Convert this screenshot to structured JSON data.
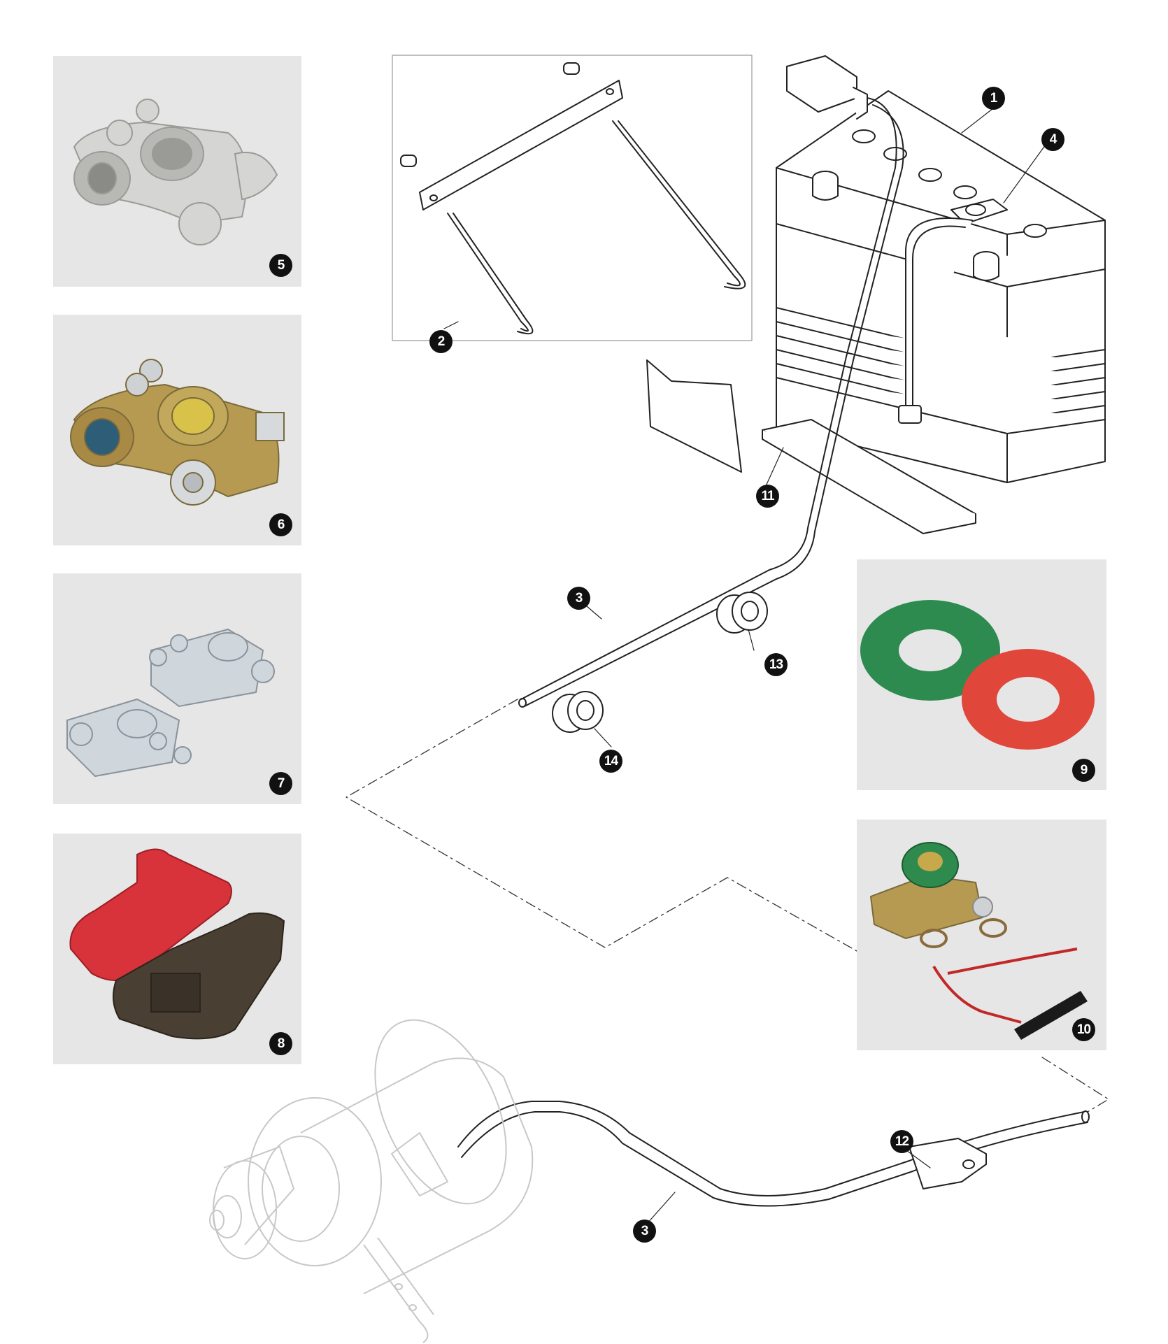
{
  "diagram": {
    "callouts": [
      {
        "id": "c1",
        "label": "1"
      },
      {
        "id": "c2",
        "label": "2"
      },
      {
        "id": "c3a",
        "label": "3"
      },
      {
        "id": "c3b",
        "label": "3"
      },
      {
        "id": "c4",
        "label": "4"
      },
      {
        "id": "c5",
        "label": "5"
      },
      {
        "id": "c6",
        "label": "6"
      },
      {
        "id": "c7",
        "label": "7"
      },
      {
        "id": "c8",
        "label": "8"
      },
      {
        "id": "c9",
        "label": "9"
      },
      {
        "id": "c10",
        "label": "10"
      },
      {
        "id": "c11",
        "label": "11"
      },
      {
        "id": "c12",
        "label": "12"
      },
      {
        "id": "c13",
        "label": "13"
      },
      {
        "id": "c14",
        "label": "14"
      }
    ],
    "colors": {
      "line": "#222222",
      "faded_line": "#c8c8c8",
      "photo_bg": "#e6e6e7",
      "callout": "#111111",
      "washer_green": "#2e8b4f",
      "washer_red": "#e0463a",
      "cover_red": "#d8323a",
      "cover_brown": "#4a3f33"
    }
  }
}
